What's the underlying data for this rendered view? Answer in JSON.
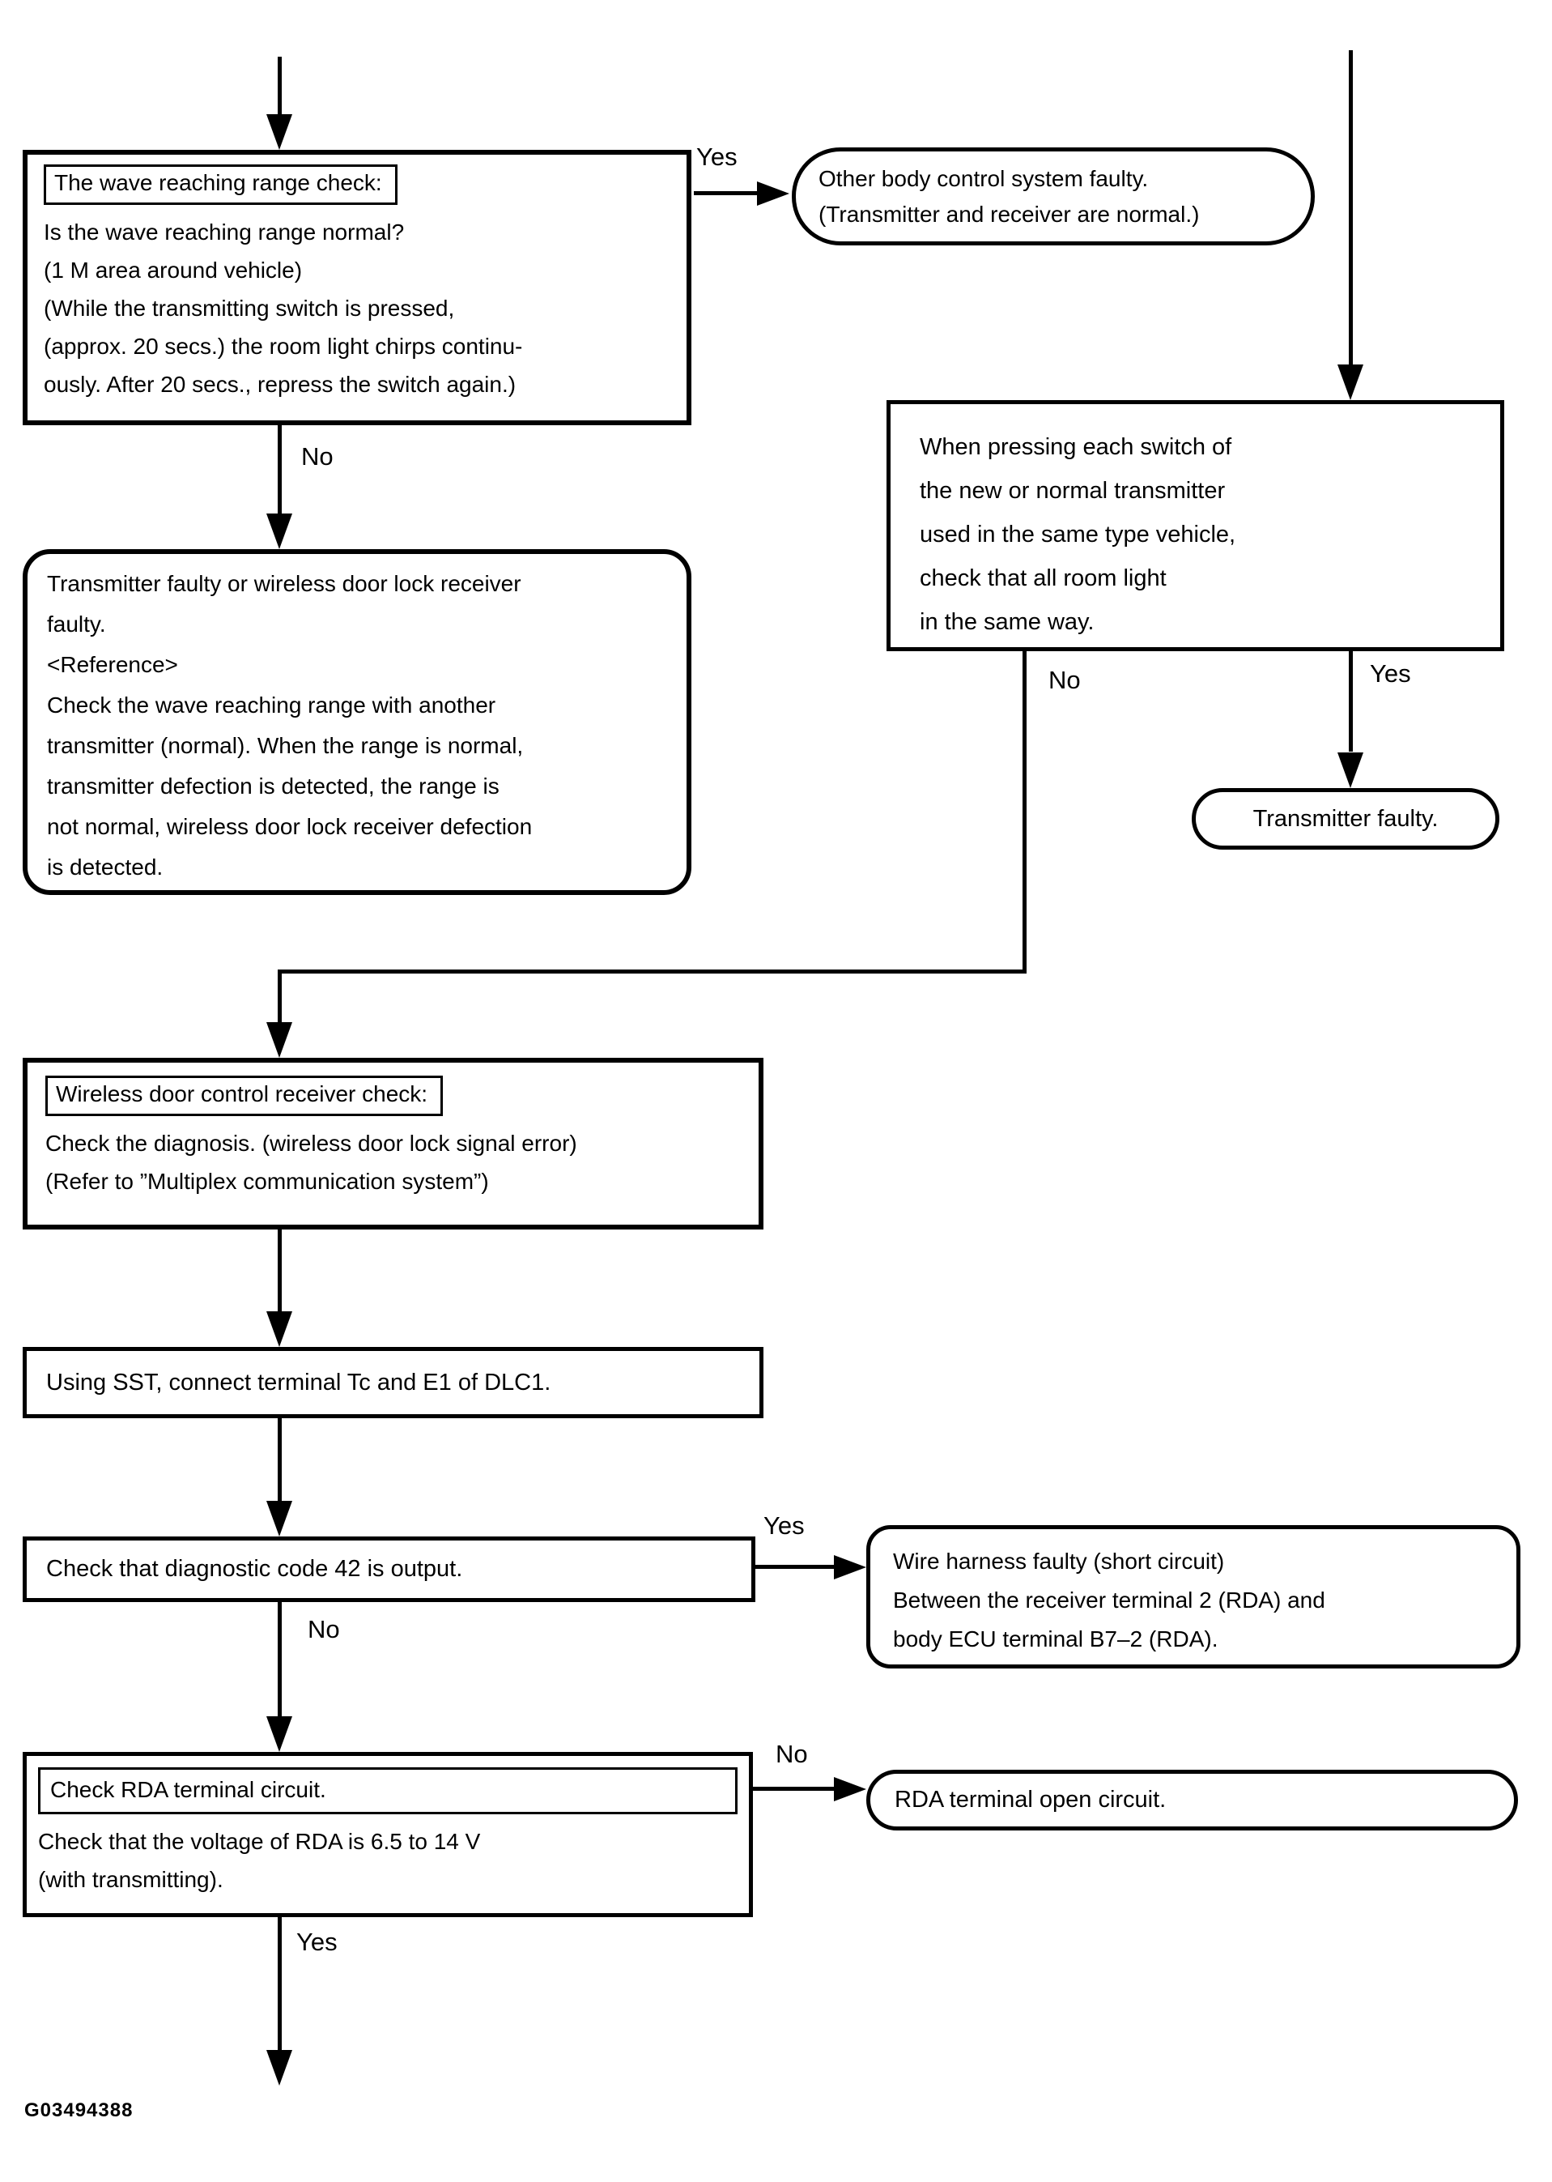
{
  "figure_id": "G03494388",
  "colors": {
    "ink": "#000000",
    "background": "#ffffff"
  },
  "nodes": {
    "wave_check": {
      "title": "The wave reaching range check:",
      "lines": [
        "Is the wave reaching range normal?",
        "(1 M area around vehicle)",
        "(While the transmitting switch is pressed,",
        "(approx. 20 secs.) the room light chirps continu-",
        "ously. After 20 secs., repress the switch again.)"
      ]
    },
    "other_body_faulty": {
      "lines": [
        "Other body control system faulty.",
        "(Transmitter and receiver are normal.)"
      ]
    },
    "when_pressing": {
      "lines": [
        "When pressing each switch of",
        "the new or normal transmitter",
        "used in the same type vehicle,",
        "check that all room light",
        "in the same way."
      ]
    },
    "transmitter_or_receiver_faulty": {
      "lines": [
        "Transmitter faulty or wireless door lock receiver",
        "faulty.",
        "<Reference>",
        "Check the wave reaching range with another",
        "transmitter (normal). When the range is normal,",
        "transmitter defection is detected, the range is",
        "not normal, wireless door lock receiver defection",
        "is detected."
      ]
    },
    "transmitter_faulty": {
      "label": "Transmitter faulty."
    },
    "wireless_receiver_check": {
      "title": "Wireless door control receiver check:",
      "lines": [
        "Check the diagnosis. (wireless door lock signal error)",
        "(Refer to ”Multiplex communication system”)"
      ]
    },
    "using_sst": {
      "label": "Using SST, connect terminal Tc and E1 of DLC1."
    },
    "diag_code_42": {
      "label": "Check that diagnostic code 42 is output."
    },
    "wire_harness_faulty": {
      "lines": [
        "Wire harness faulty (short circuit)",
        "Between the receiver terminal 2 (RDA) and",
        "body ECU terminal B7–2 (RDA)."
      ]
    },
    "check_rda": {
      "title": "Check RDA terminal circuit.",
      "lines": [
        "Check that the voltage of RDA is 6.5 to 14 V",
        "(with transmitting)."
      ]
    },
    "rda_open": {
      "label": "RDA terminal open circuit."
    }
  },
  "edges": {
    "wave_yes": "Yes",
    "wave_no": "No",
    "pressing_no": "No",
    "pressing_yes": "Yes",
    "diag_yes": "Yes",
    "diag_no": "No",
    "rda_no": "No",
    "rda_yes": "Yes"
  }
}
